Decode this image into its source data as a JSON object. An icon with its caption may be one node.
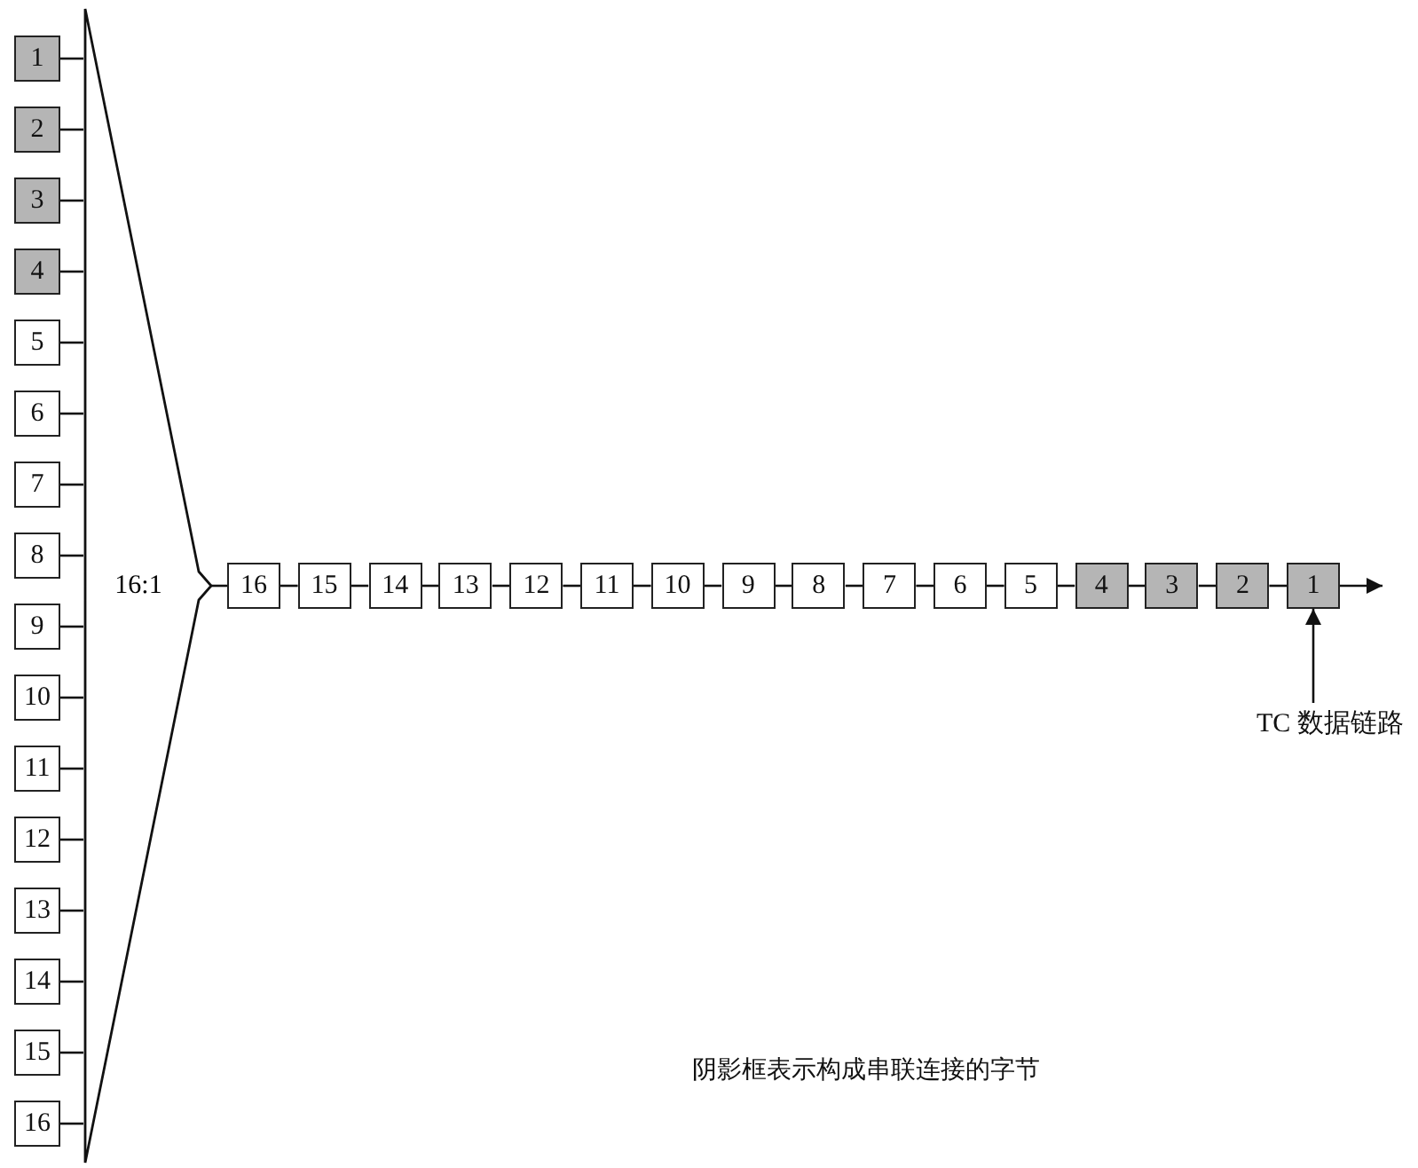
{
  "diagram": {
    "caption": "阴影框表示构成串联连接的字节",
    "nodes": [
      {
        "text": [
          "1"
        ]
      },
      {
        "text": [
          "2"
        ]
      },
      {
        "text": [
          "3"
        ]
      },
      {
        "text": [
          "4"
        ]
      },
      {
        "text": [
          "5"
        ]
      },
      {
        "text": [
          "6"
        ]
      },
      {
        "text": [
          "7"
        ]
      },
      {
        "text": [
          "8"
        ]
      },
      {
        "text": [
          "9"
        ]
      },
      {
        "text": [
          "10"
        ]
      },
      {
        "text": [
          "11"
        ]
      },
      {
        "text": [
          "12"
        ]
      },
      {
        "text": [
          "13"
        ]
      },
      {
        "text": [
          "14"
        ]
      },
      {
        "text": [
          "15"
        ]
      },
      {
        "text": [
          "16"
        ]
      },
      {
        "text": [
          "16:1"
        ]
      },
      {
        "text": [
          "16"
        ]
      },
      {
        "text": [
          "15"
        ]
      },
      {
        "text": [
          "14"
        ]
      },
      {
        "text": [
          "13"
        ]
      },
      {
        "text": [
          "12"
        ]
      },
      {
        "text": [
          "11"
        ]
      },
      {
        "text": [
          "10"
        ]
      },
      {
        "text": [
          "9"
        ]
      },
      {
        "text": [
          "8"
        ]
      },
      {
        "text": [
          "7"
        ]
      },
      {
        "text": [
          "6"
        ]
      },
      {
        "text": [
          "5"
        ]
      },
      {
        "text": [
          "4"
        ]
      },
      {
        "text": [
          "3"
        ]
      },
      {
        "text": [
          "2"
        ]
      },
      {
        "text": [
          "1"
        ]
      },
      {
        "text": [
          "TC 数据链路"
        ]
      }
    ],
    "edges": [
      {
        "from": 0,
        "to": 16,
        "arrow": "none"
      },
      {
        "from": 1,
        "to": 16,
        "arrow": "none"
      },
      {
        "from": 2,
        "to": 16,
        "arrow": "none"
      },
      {
        "from": 3,
        "to": 16,
        "arrow": "none"
      },
      {
        "from": 4,
        "to": 16,
        "arrow": "none"
      },
      {
        "from": 5,
        "to": 16,
        "arrow": "none"
      },
      {
        "from": 6,
        "to": 16,
        "arrow": "none"
      },
      {
        "from": 7,
        "to": 16,
        "arrow": "none"
      },
      {
        "from": 8,
        "to": 16,
        "arrow": "none"
      },
      {
        "from": 9,
        "to": 16,
        "arrow": "none"
      },
      {
        "from": 10,
        "to": 16,
        "arrow": "none"
      },
      {
        "from": 11,
        "to": 16,
        "arrow": "none"
      },
      {
        "from": 12,
        "to": 16,
        "arrow": "none"
      },
      {
        "from": 13,
        "to": 16,
        "arrow": "none"
      },
      {
        "from": 14,
        "to": 16,
        "arrow": "none"
      },
      {
        "from": 15,
        "to": 16,
        "arrow": "none"
      },
      {
        "from": 16,
        "to": 17,
        "arrow": "none"
      },
      {
        "from": 17,
        "to": 18,
        "arrow": "none"
      },
      {
        "from": 18,
        "to": 19,
        "arrow": "none"
      },
      {
        "from": 19,
        "to": 20,
        "arrow": "none"
      },
      {
        "from": 20,
        "to": 21,
        "arrow": "none"
      },
      {
        "from": 21,
        "to": 22,
        "arrow": "none"
      },
      {
        "from": 22,
        "to": 23,
        "arrow": "none"
      },
      {
        "from": 23,
        "to": 24,
        "arrow": "none"
      },
      {
        "from": 24,
        "to": 25,
        "arrow": "none"
      },
      {
        "from": 25,
        "to": 26,
        "arrow": "none"
      },
      {
        "from": 26,
        "to": 27,
        "arrow": "none"
      },
      {
        "from": 27,
        "to": 28,
        "arrow": "none"
      },
      {
        "from": 28,
        "to": 29,
        "arrow": "none"
      },
      {
        "from": 29,
        "to": 30,
        "arrow": "none"
      },
      {
        "from": 30,
        "to": 31,
        "arrow": "none"
      },
      {
        "from": 31,
        "to": 32,
        "arrow": "none"
      },
      {
        "from": 32,
        "to": null,
        "arrow": "to"
      },
      {
        "from": 33,
        "to": 32,
        "arrow": "to"
      }
    ]
  }
}
